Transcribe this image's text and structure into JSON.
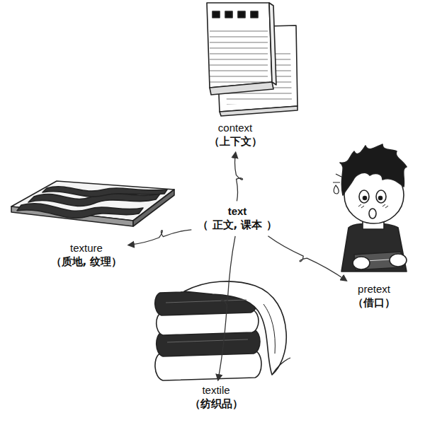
{
  "diagram": {
    "nodes": [
      {
        "text": [
          "context",
          "（上下文）"
        ]
      },
      {
        "text": [
          "texture",
          "（质地, 纹理）"
        ]
      },
      {
        "text": [
          "text",
          "（ 正文, 课本 ）"
        ]
      },
      {
        "text": [
          "pretext",
          "（借口）"
        ]
      },
      {
        "text": [
          "textile",
          "（纺织品）"
        ]
      }
    ],
    "edges": [
      {
        "from": 2,
        "to": 0,
        "arrow": "to"
      },
      {
        "from": 2,
        "to": 1,
        "arrow": "to"
      },
      {
        "from": 2,
        "to": 3,
        "arrow": "to"
      },
      {
        "from": 2,
        "to": 4,
        "arrow": "to"
      }
    ]
  }
}
